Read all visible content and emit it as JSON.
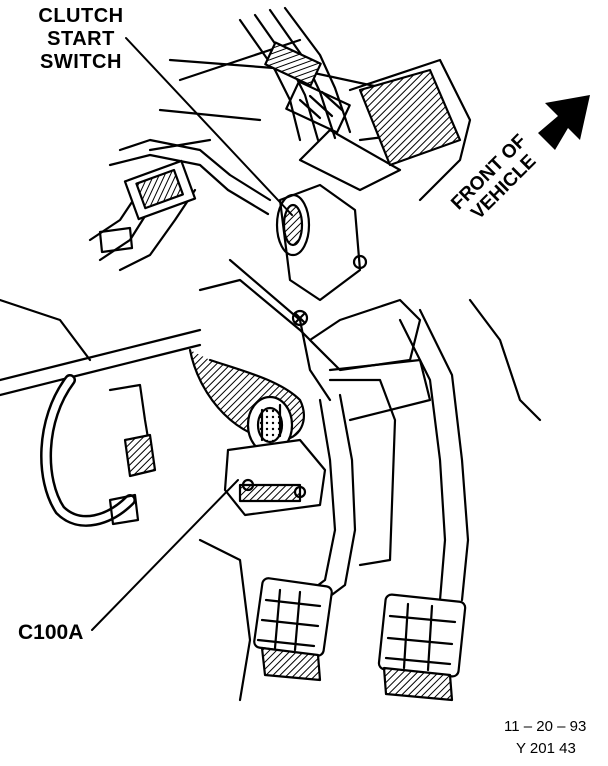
{
  "labels": {
    "clutch_start_switch": [
      "CLUTCH",
      "START",
      "SWITCH"
    ],
    "c100a": "C100A",
    "front_of_vehicle": [
      "FRONT OF",
      "VEHICLE"
    ]
  },
  "footer": {
    "date": "11 – 20 – 93",
    "code": "Y 201 43"
  },
  "colors": {
    "ink": "#000000",
    "paper": "#ffffff"
  }
}
